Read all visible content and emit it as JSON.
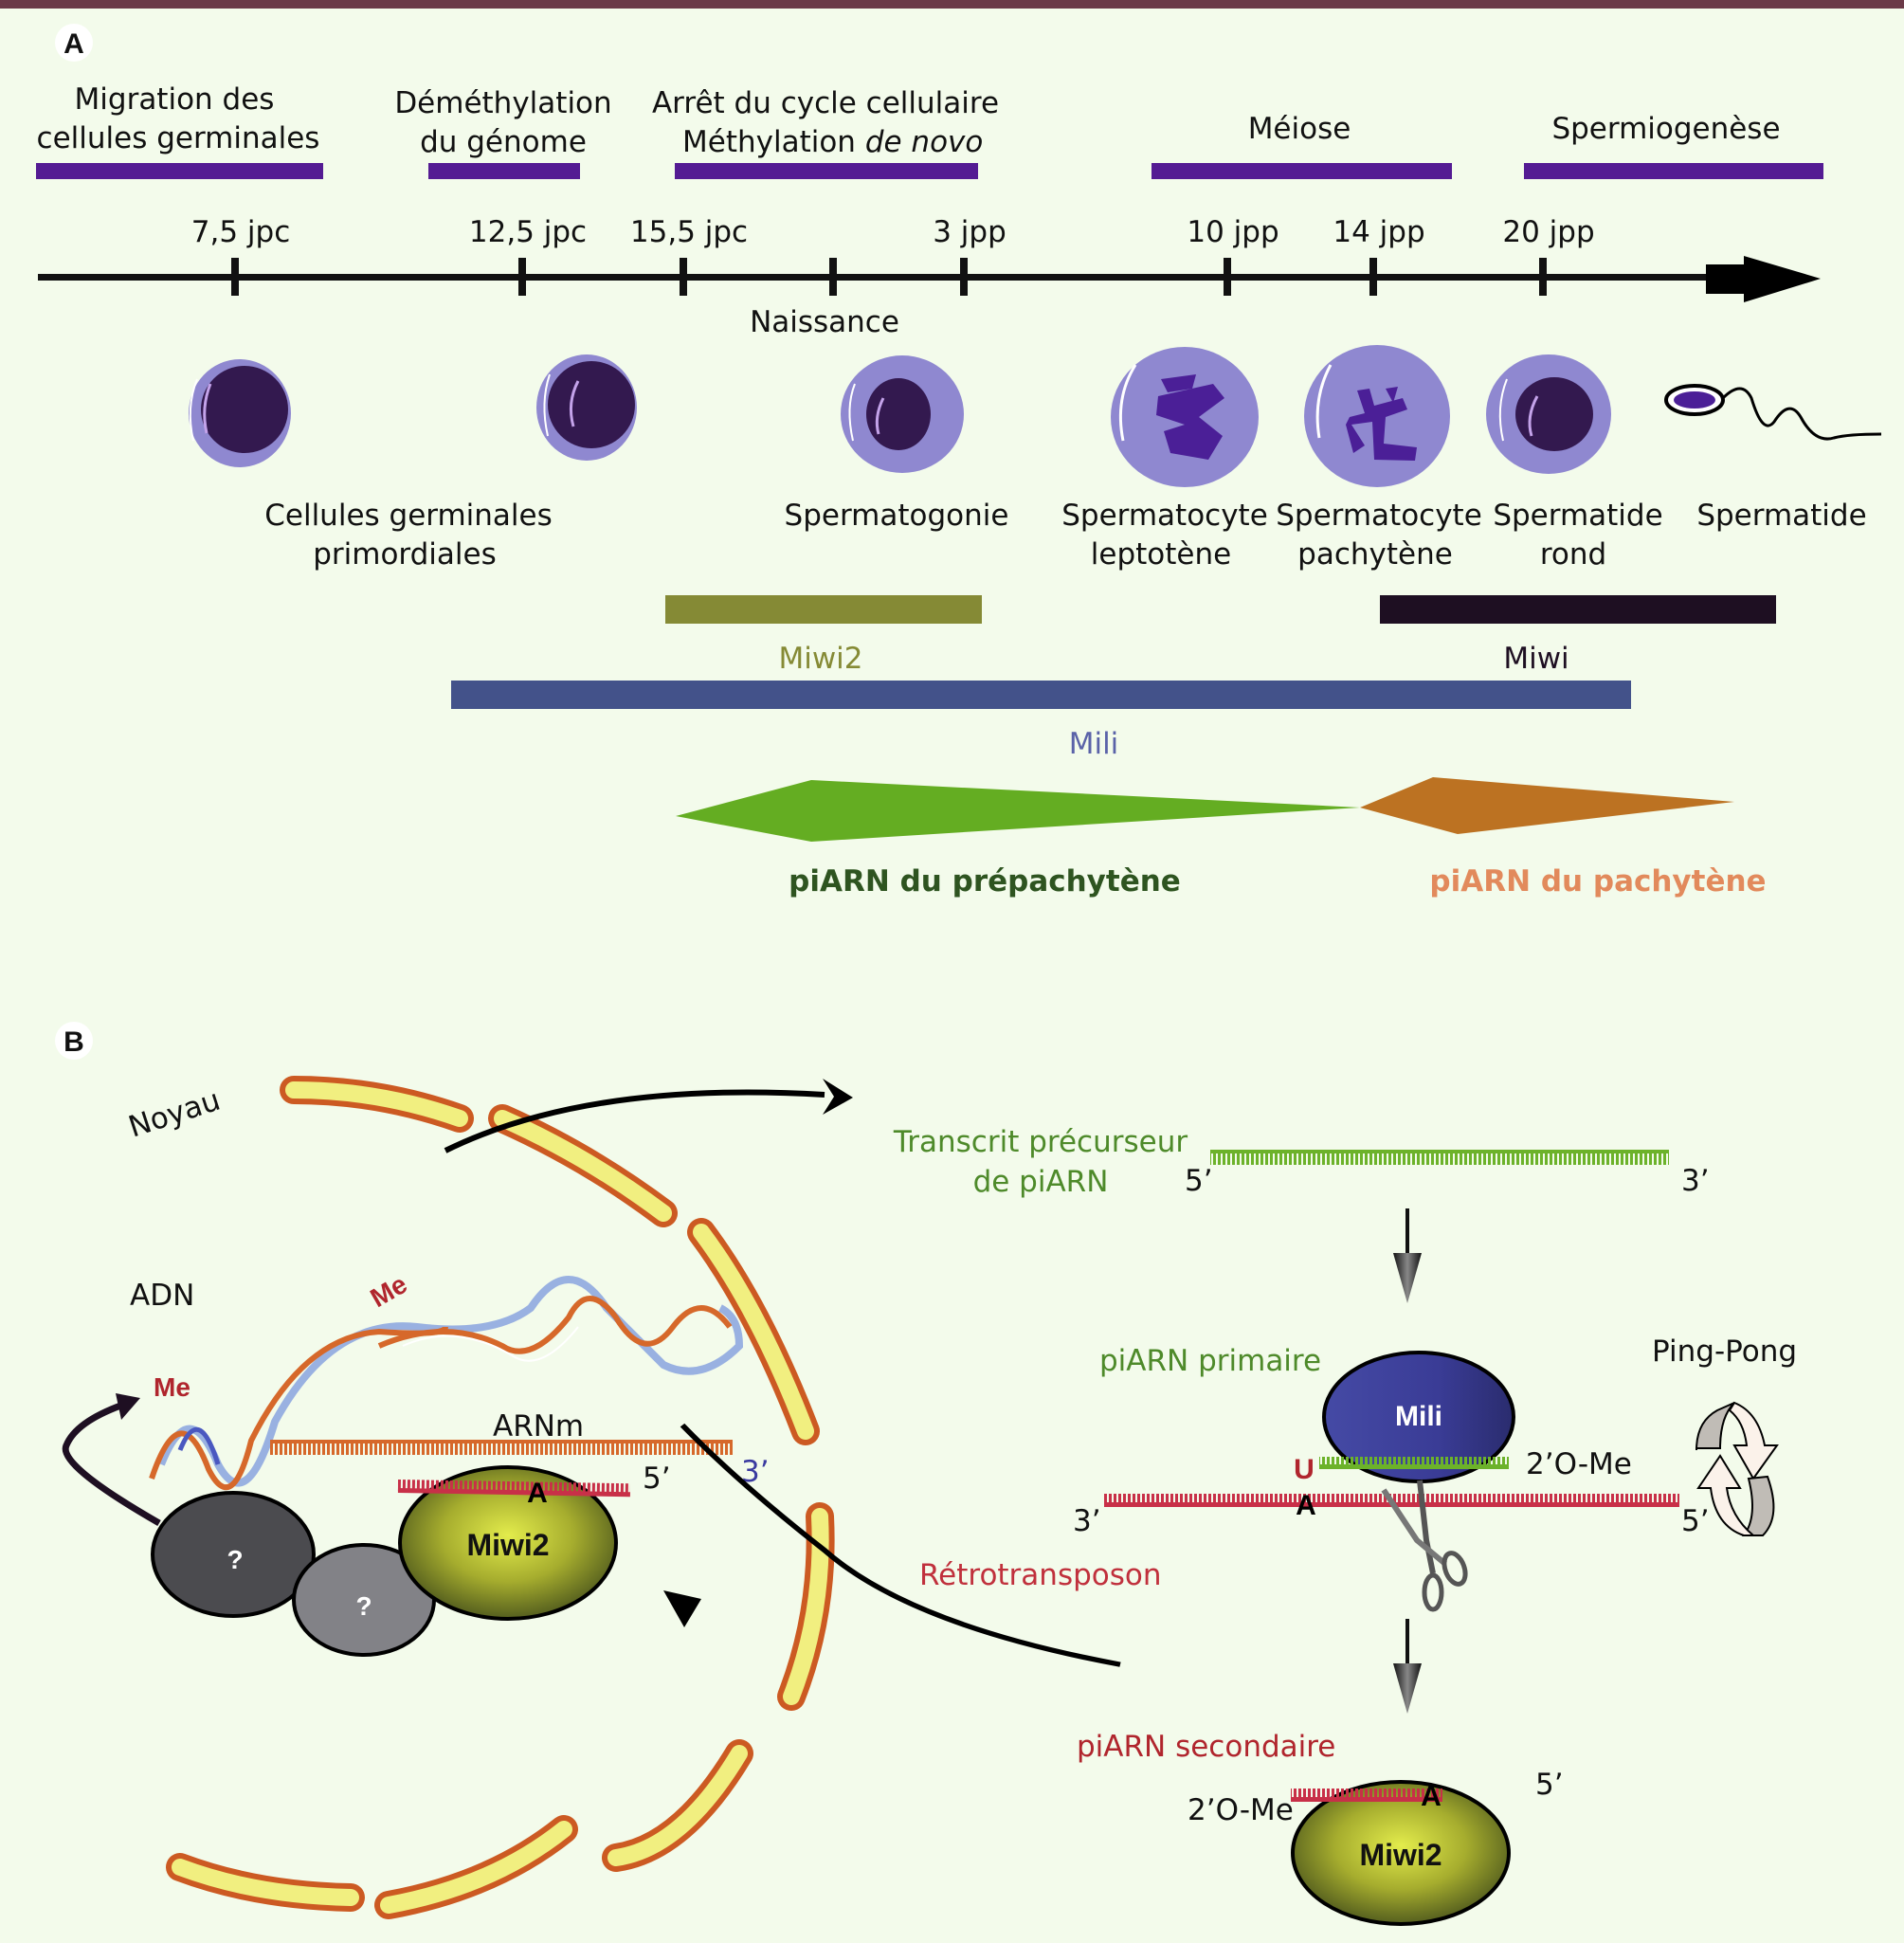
{
  "panel_a": {
    "letter": "A",
    "phases": [
      {
        "id": "migration",
        "lines": [
          "Migration des",
          "cellules germinales"
        ]
      },
      {
        "id": "demethylation",
        "lines": [
          "Déméthylation",
          "du génome"
        ]
      },
      {
        "id": "arret",
        "lines": [
          "Arrêt du cycle cellulaire",
          "Méthylation "
        ],
        "italic_suffix": "de novo"
      },
      {
        "id": "meiose",
        "lines": [
          "Méiose"
        ]
      },
      {
        "id": "spermiogenese",
        "lines": [
          "Spermiogenèse"
        ]
      }
    ],
    "timeline": {
      "ticks": [
        "7,5 jpc",
        "12,5 jpc",
        "15,5 jpc",
        "",
        "3 jpp",
        "10 jpp",
        "14 jpp",
        "20 jpp"
      ],
      "birth_label": "Naissance"
    },
    "cells": [
      {
        "id": "pgc",
        "label_lines": [
          "Cellules germinales",
          "primordiales"
        ]
      },
      {
        "id": "spermatogonie",
        "label_lines": [
          "Spermatogonie"
        ]
      },
      {
        "id": "spermatocyte-leptotene",
        "label_lines": [
          "Spermatocyte",
          "leptotène"
        ]
      },
      {
        "id": "spermatocyte-pachytene",
        "label_lines": [
          "Spermatocyte",
          "pachytène"
        ]
      },
      {
        "id": "spermatide-rond",
        "label_lines": [
          "Spermatide",
          "rond"
        ]
      },
      {
        "id": "spermatide",
        "label_lines": [
          "Spermatide"
        ]
      }
    ],
    "proteins": [
      {
        "name": "Miwi2",
        "color": "#858a35"
      },
      {
        "name": "Miwi",
        "color": "#1e0f22"
      },
      {
        "name": "Mili",
        "color": "#43528a",
        "label_color": "#5a62a8"
      }
    ],
    "pirna_classes": [
      {
        "name": "piARN du prépachytène",
        "shape_color": "#64ad22",
        "label_color": "#2e5420"
      },
      {
        "name": "piARN du pachytène",
        "shape_color": "#bc7222",
        "label_color": "#e28a5c"
      }
    ],
    "bar_color": "#541b93"
  },
  "panel_b": {
    "letter": "B",
    "nucleus_label": "Noyau",
    "dna_label": "ADN",
    "methyl_label": "Me",
    "mrna_label": "ARNm",
    "mrna_5": "5’",
    "mrna_3": "3’",
    "unknown_label": "?",
    "miwi2_label": "Miwi2",
    "mili_label": "Mili",
    "adenine": "A",
    "uracil": "U",
    "precursor_lines": [
      "Transcrit précurseur",
      "de piARN"
    ],
    "precursor_5": "5’",
    "precursor_3": "3’",
    "primary_label": "piARN primaire",
    "ome_label": "2’O-Me",
    "retro_3": "3’",
    "retro_5": "5’",
    "retro_label": "Rétrotransposon",
    "pingpong_label": "Ping-Pong",
    "secondary_label": "piARN secondaire",
    "secondary_ome": "2’O-Me",
    "secondary_5": "5’",
    "colors": {
      "membrane_fill": "#f1ef80",
      "membrane_stroke": "#cc5a22",
      "precursor": "#6cb22a",
      "primary_text": "#4e8a2a",
      "retro": "#c83048",
      "retro_text": "#c0303c",
      "secondary_text": "#b0252d",
      "mrna": "#d6682a",
      "dna_blue": "#8fa9e0",
      "mili": "#34378e"
    }
  }
}
